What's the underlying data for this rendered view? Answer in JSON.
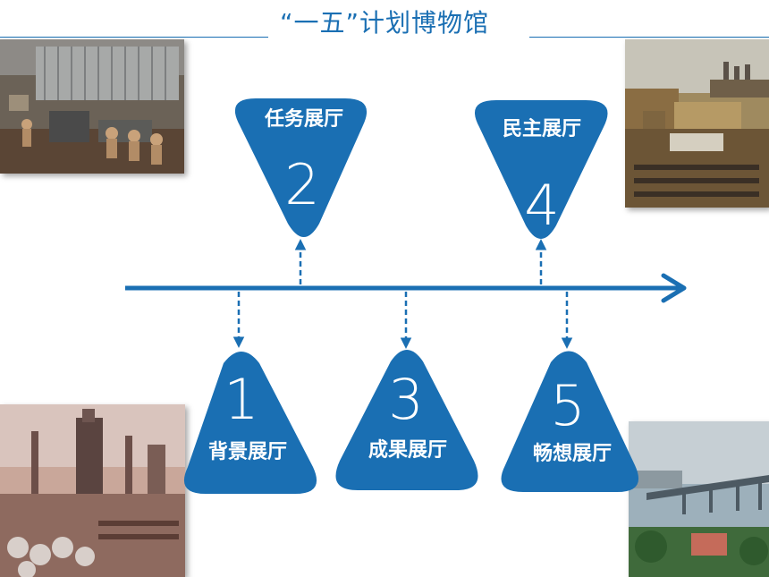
{
  "title": "“一五”计划博物馆",
  "colors": {
    "accent": "#1a6fb3",
    "hall_fill": "#1a6fb3",
    "hall_text": "#ffffff"
  },
  "halls": [
    {
      "number": "1",
      "label": "背景展厅"
    },
    {
      "number": "2",
      "label": "任务展厅"
    },
    {
      "number": "3",
      "label": "成果展厅"
    },
    {
      "number": "4",
      "label": "民主展厅"
    },
    {
      "number": "5",
      "label": "畅想展厅"
    }
  ]
}
